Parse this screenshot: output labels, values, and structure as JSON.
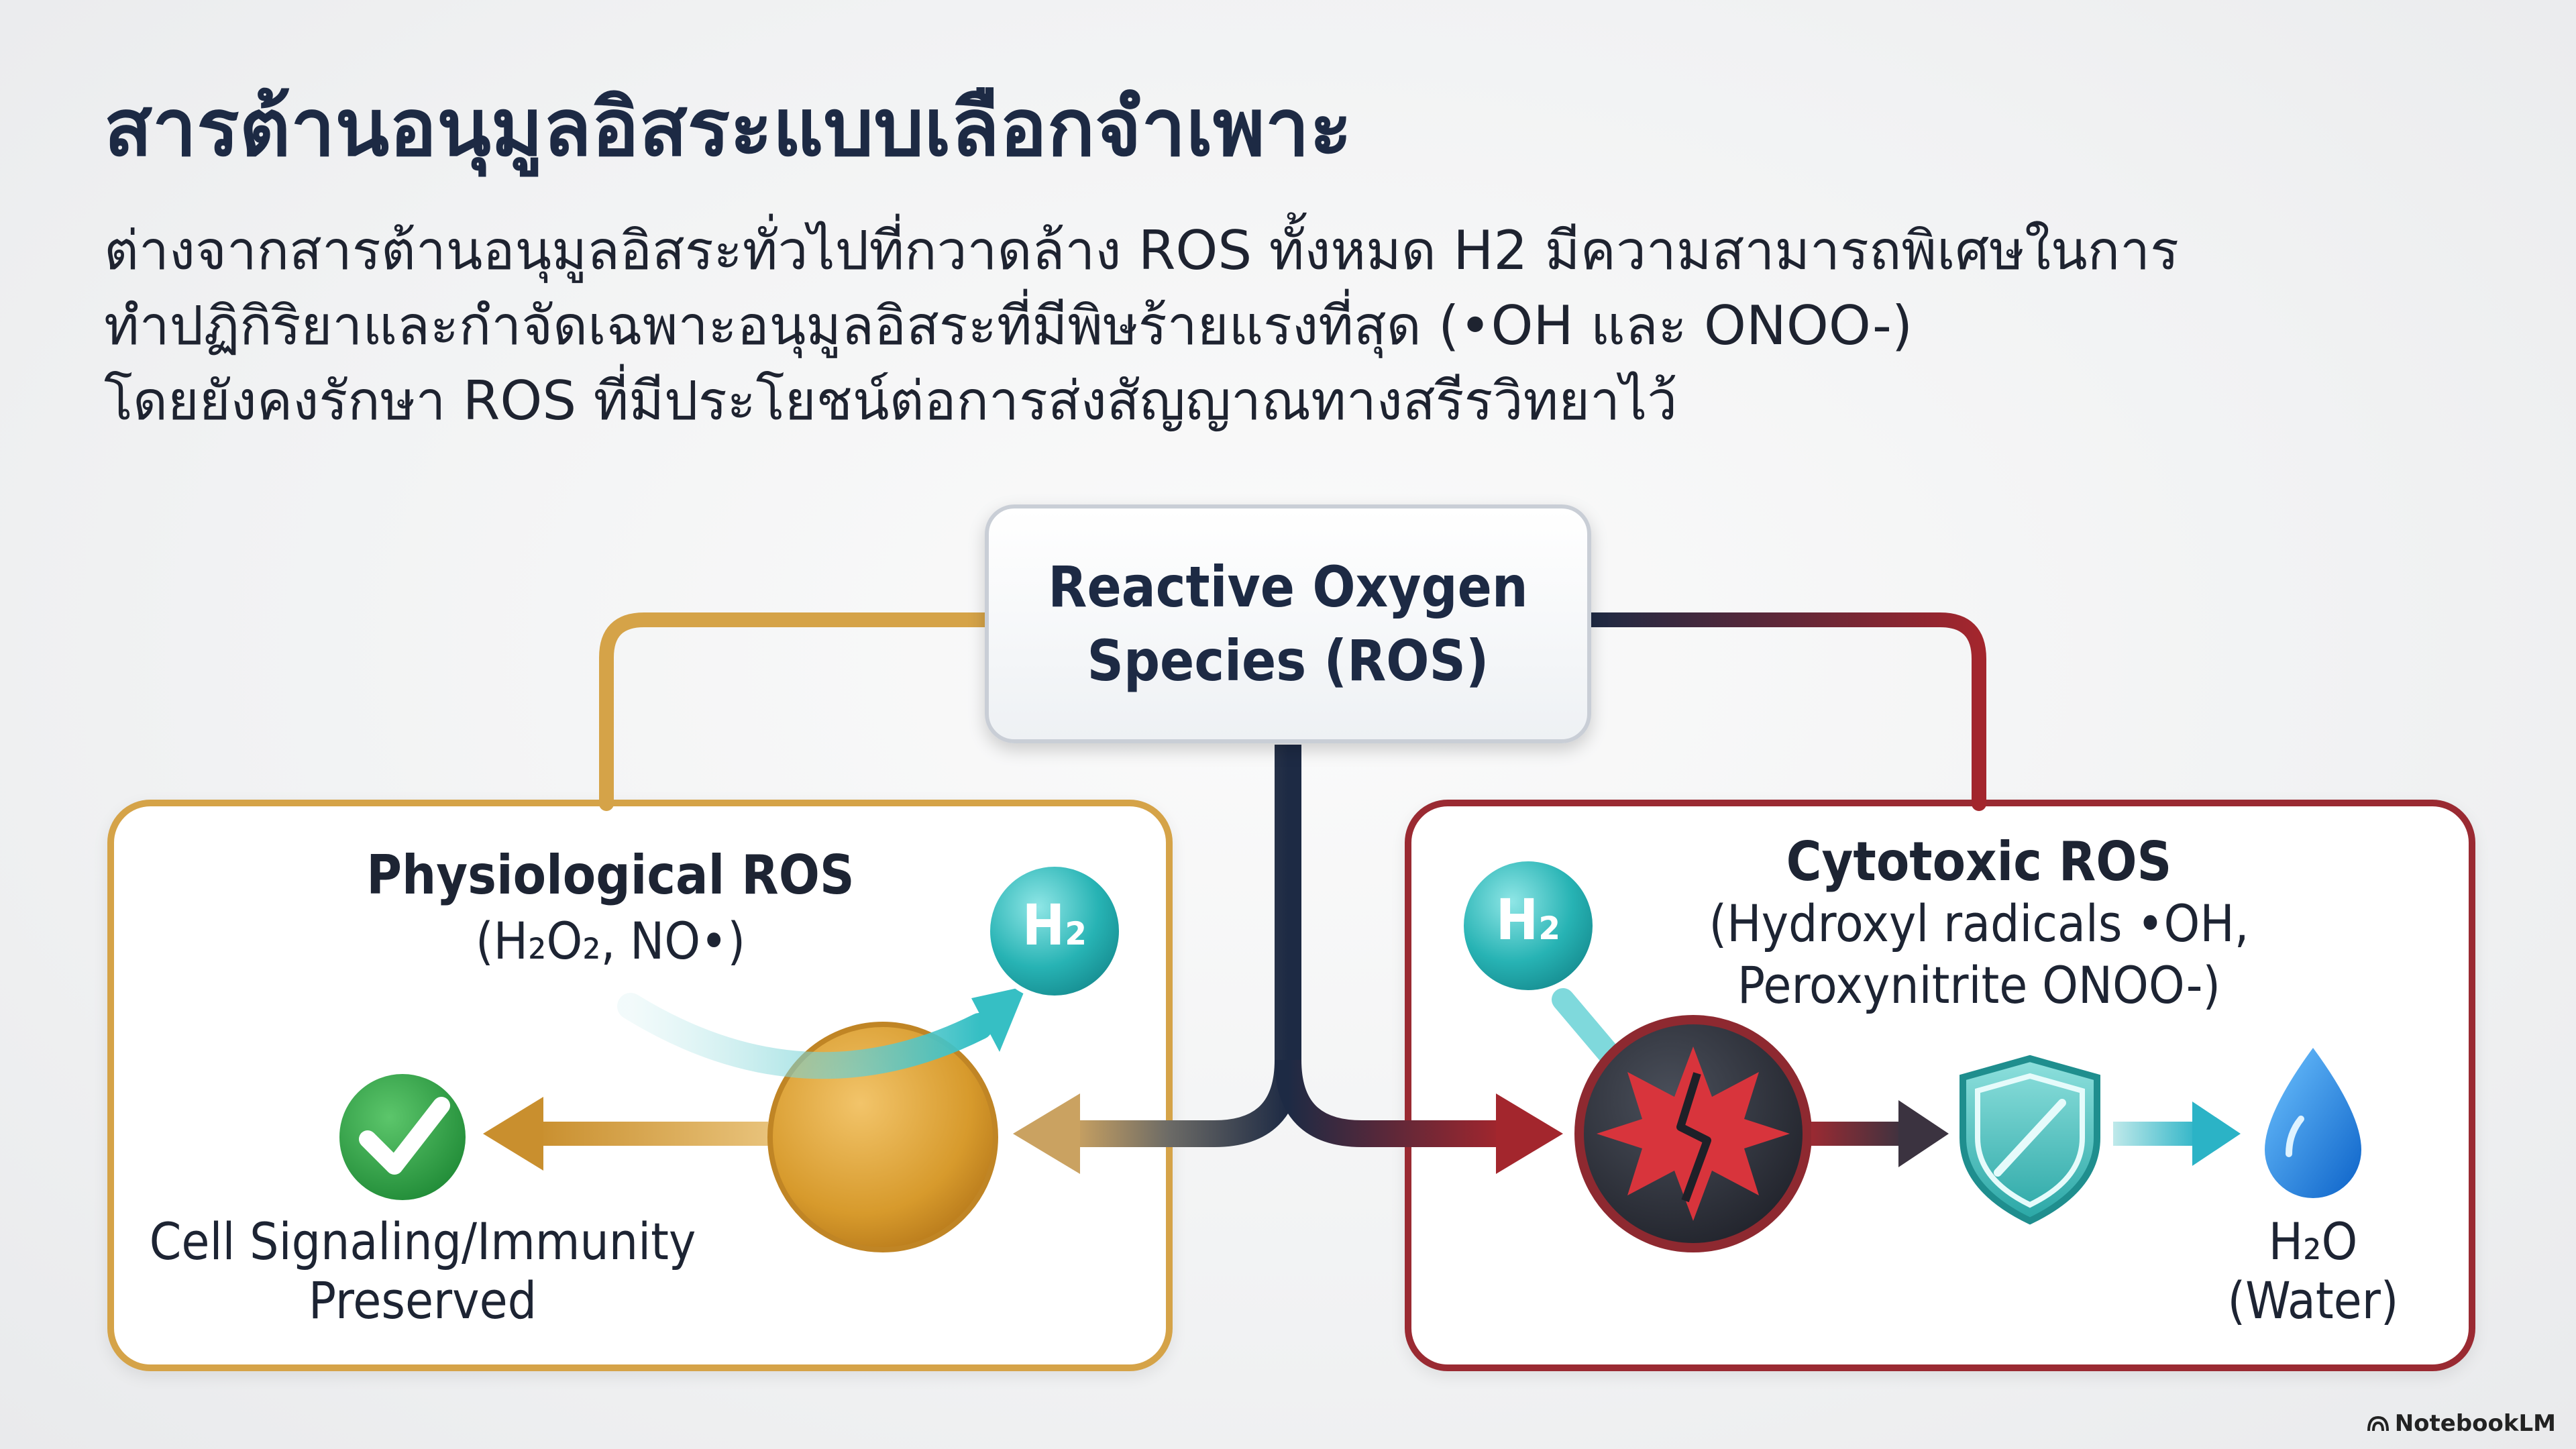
{
  "title": "สารต้านอนุมูลอิสระแบบเลือกจำเพาะ",
  "description": [
    "ต่างจากสารต้านอนุมูลอิสระทั่วไปที่กวาดล้าง ROS ทั้งหมด H2 มีความสามารถพิเศษในการ",
    "ทำปฏิกิริยาและกำจัดเฉพาะอนุมูลอิสระที่มีพิษร้ายแรงที่สุด (•OH และ ONOO-)",
    "โดยยังคงรักษา ROS ที่มีประโยชน์ต่อการส่งสัญญาณทางสรีรวิทยาไว้"
  ],
  "ros_box": {
    "label": "Reactive Oxygen\nSpecies (ROS)"
  },
  "left_panel": {
    "title": "Physiological ROS",
    "subtitle": "(H₂O₂, NO•)",
    "outcome_line1": "Cell Signaling/Immunity",
    "outcome_line2": "Preserved",
    "h2_badge": "H₂"
  },
  "right_panel": {
    "title": "Cytotoxic ROS",
    "subtitle_line1": "(Hydroxyl radicals •OH,",
    "subtitle_line2": "Peroxynitrite ONOO-)",
    "product_line1": "H₂O",
    "product_line2": "(Water)",
    "h2_badge": "H₂"
  },
  "icons": [
    "checkmark-icon",
    "h2-molecule-icon",
    "ros-molecule-icon",
    "radical-burst-icon",
    "shield-icon",
    "water-drop-icon"
  ],
  "colors": {
    "navy": "#1d2a44",
    "gold": "#d5a348",
    "crimson": "#9a2a32",
    "teal": "#2bb3b6",
    "green": "#2d9e44",
    "water_blue": "#1f8fe0"
  },
  "brand": "NotebookLM"
}
